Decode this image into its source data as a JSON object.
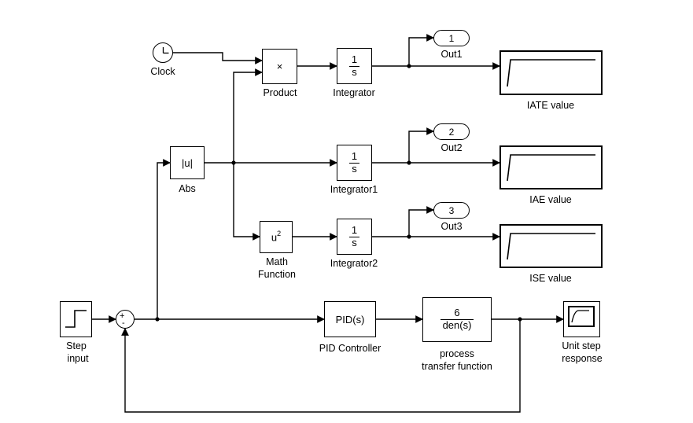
{
  "diagram": {
    "clock": {
      "label": "Clock"
    },
    "product": {
      "symbol": "×",
      "label": "Product"
    },
    "integrator": {
      "num": "1",
      "den": "s",
      "label": "Integrator"
    },
    "out1": {
      "port": "1",
      "label": "Out1"
    },
    "iate": {
      "label": "IATE value"
    },
    "abs": {
      "symbol": "|u|",
      "label": "Abs"
    },
    "integrator1": {
      "num": "1",
      "den": "s",
      "label": "Integrator1"
    },
    "out2": {
      "port": "2",
      "label": "Out2"
    },
    "iae": {
      "label": "IAE value"
    },
    "math": {
      "base": "u",
      "exp": "2",
      "label1": "Math",
      "label2": "Function"
    },
    "integrator2": {
      "num": "1",
      "den": "s",
      "label": "Integrator2"
    },
    "out3": {
      "port": "3",
      "label": "Out3"
    },
    "ise": {
      "label": "ISE value"
    },
    "step": {
      "label1": "Step",
      "label2": "input"
    },
    "sum": {
      "plus": "+",
      "minus": "-"
    },
    "pid": {
      "symbol": "PID(s)",
      "label": "PID Controller"
    },
    "process": {
      "num": "6",
      "den": "den(s)",
      "label1": "process",
      "label2": "transfer function"
    },
    "scope": {
      "label1": "Unit step",
      "label2": "response"
    },
    "colors": {
      "line": "#000000",
      "background": "#ffffff"
    }
  }
}
